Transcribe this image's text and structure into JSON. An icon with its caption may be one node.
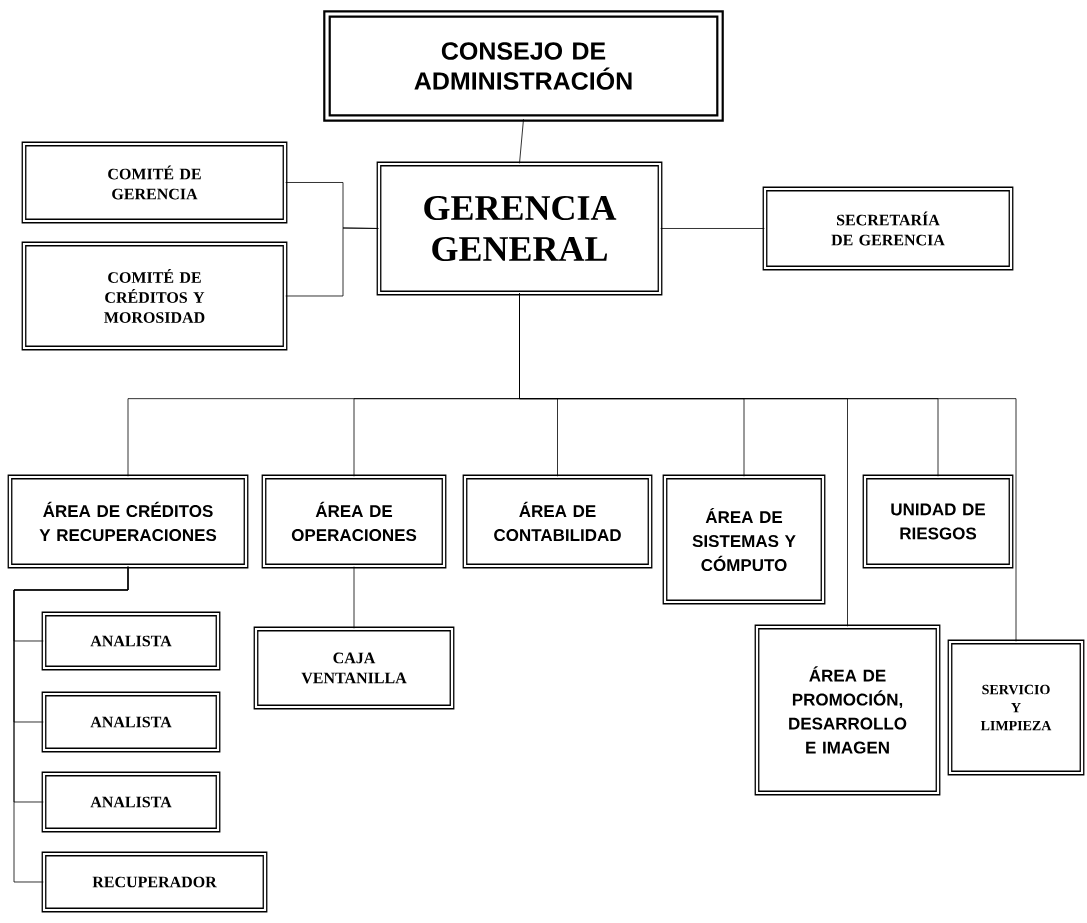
{
  "diagram": {
    "nodes": [
      {
        "text": [
          "CONSEJO DE ADMINISTRACIÓN"
        ]
      },
      {
        "text": [
          "COMITÉ DE GERENCIA"
        ]
      },
      {
        "text": [
          "COMITÉ DE CRÉDITOS Y MOROSIDAD"
        ]
      },
      {
        "text": [
          "GERENCIA GENERAL"
        ]
      },
      {
        "text": [
          "SECRETARÍA DE GERENCIA"
        ]
      },
      {
        "text": [
          "ÁREA DE CRÉDITOS Y RECUPERACIONES"
        ]
      },
      {
        "text": [
          "ÁREA DE OPERACIONES"
        ]
      },
      {
        "text": [
          "ÁREA DE CONTABILIDAD"
        ]
      },
      {
        "text": [
          "ÁREA DE SISTEMAS Y CÓMPUTO"
        ]
      },
      {
        "text": [
          "UNIDAD DE RIESGOS"
        ]
      },
      {
        "text": [
          "ANALISTA"
        ]
      },
      {
        "text": [
          "ANALISTA"
        ]
      },
      {
        "text": [
          "ANALISTA"
        ]
      },
      {
        "text": [
          "RECUPERADOR"
        ]
      },
      {
        "text": [
          "CAJA VENTANILLA"
        ]
      },
      {
        "text": [
          "ÁREA DE PROMOCIÓN, DESARROLLO E IMAGEN"
        ]
      },
      {
        "text": [
          "SERVICIO Y LIMPIEZA"
        ]
      }
    ],
    "edges": [
      {
        "from": 0,
        "to": 3,
        "arrow": "none"
      },
      {
        "from": 3,
        "to": 1,
        "arrow": "none"
      },
      {
        "from": 3,
        "to": 2,
        "arrow": "none"
      },
      {
        "from": 3,
        "to": 4,
        "arrow": "none"
      },
      {
        "from": 3,
        "to": 5,
        "arrow": "none"
      },
      {
        "from": 3,
        "to": 6,
        "arrow": "none"
      },
      {
        "from": 3,
        "to": 7,
        "arrow": "none"
      },
      {
        "from": 3,
        "to": 8,
        "arrow": "none"
      },
      {
        "from": 3,
        "to": 9,
        "arrow": "none"
      },
      {
        "from": 3,
        "to": 15,
        "arrow": "none"
      },
      {
        "from": 3,
        "to": 16,
        "arrow": "none"
      },
      {
        "from": 5,
        "to": 10,
        "arrow": "none"
      },
      {
        "from": 5,
        "to": 11,
        "arrow": "none"
      },
      {
        "from": 5,
        "to": 12,
        "arrow": "none"
      },
      {
        "from": 5,
        "to": 13,
        "arrow": "none"
      },
      {
        "from": 6,
        "to": 14,
        "arrow": "none"
      }
    ]
  }
}
